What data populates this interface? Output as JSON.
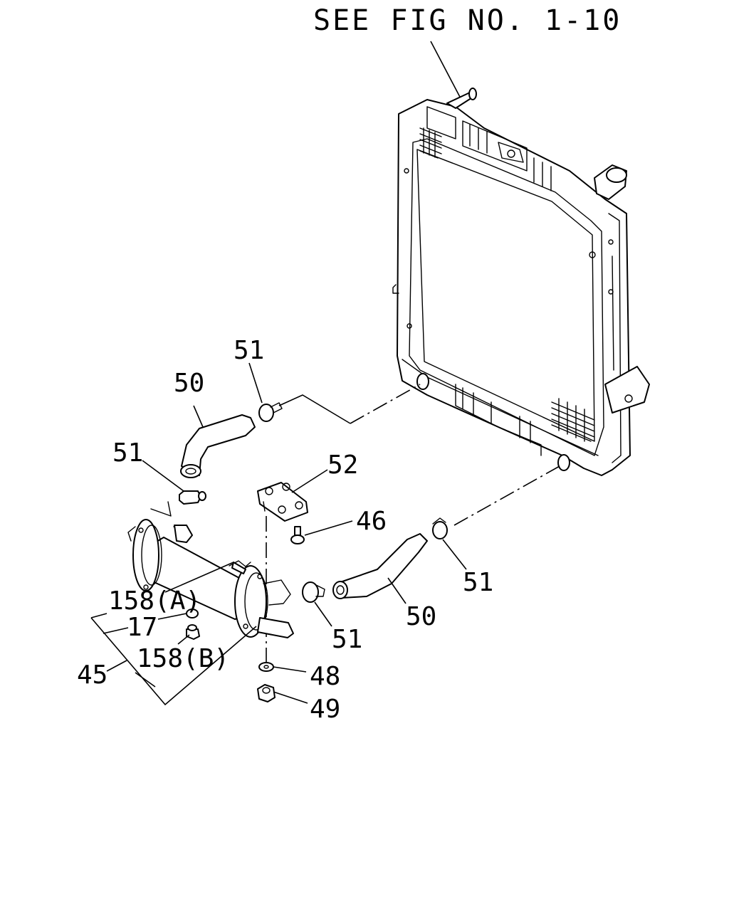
{
  "figure": {
    "reference_note": "SEE FIG NO. 1-10",
    "callouts": {
      "hose_upper": "50",
      "hose_lower": "50",
      "clamp_upper_right": "51",
      "clamp_upper_left": "51",
      "clamp_lower_right": "51",
      "clamp_lower_left": "51",
      "bracket": "52",
      "bolt": "46",
      "washer": "48",
      "nut": "49",
      "plug_a": "158(A)",
      "gasket": "17",
      "plug_b": "158(B)",
      "assembly": "45"
    }
  }
}
